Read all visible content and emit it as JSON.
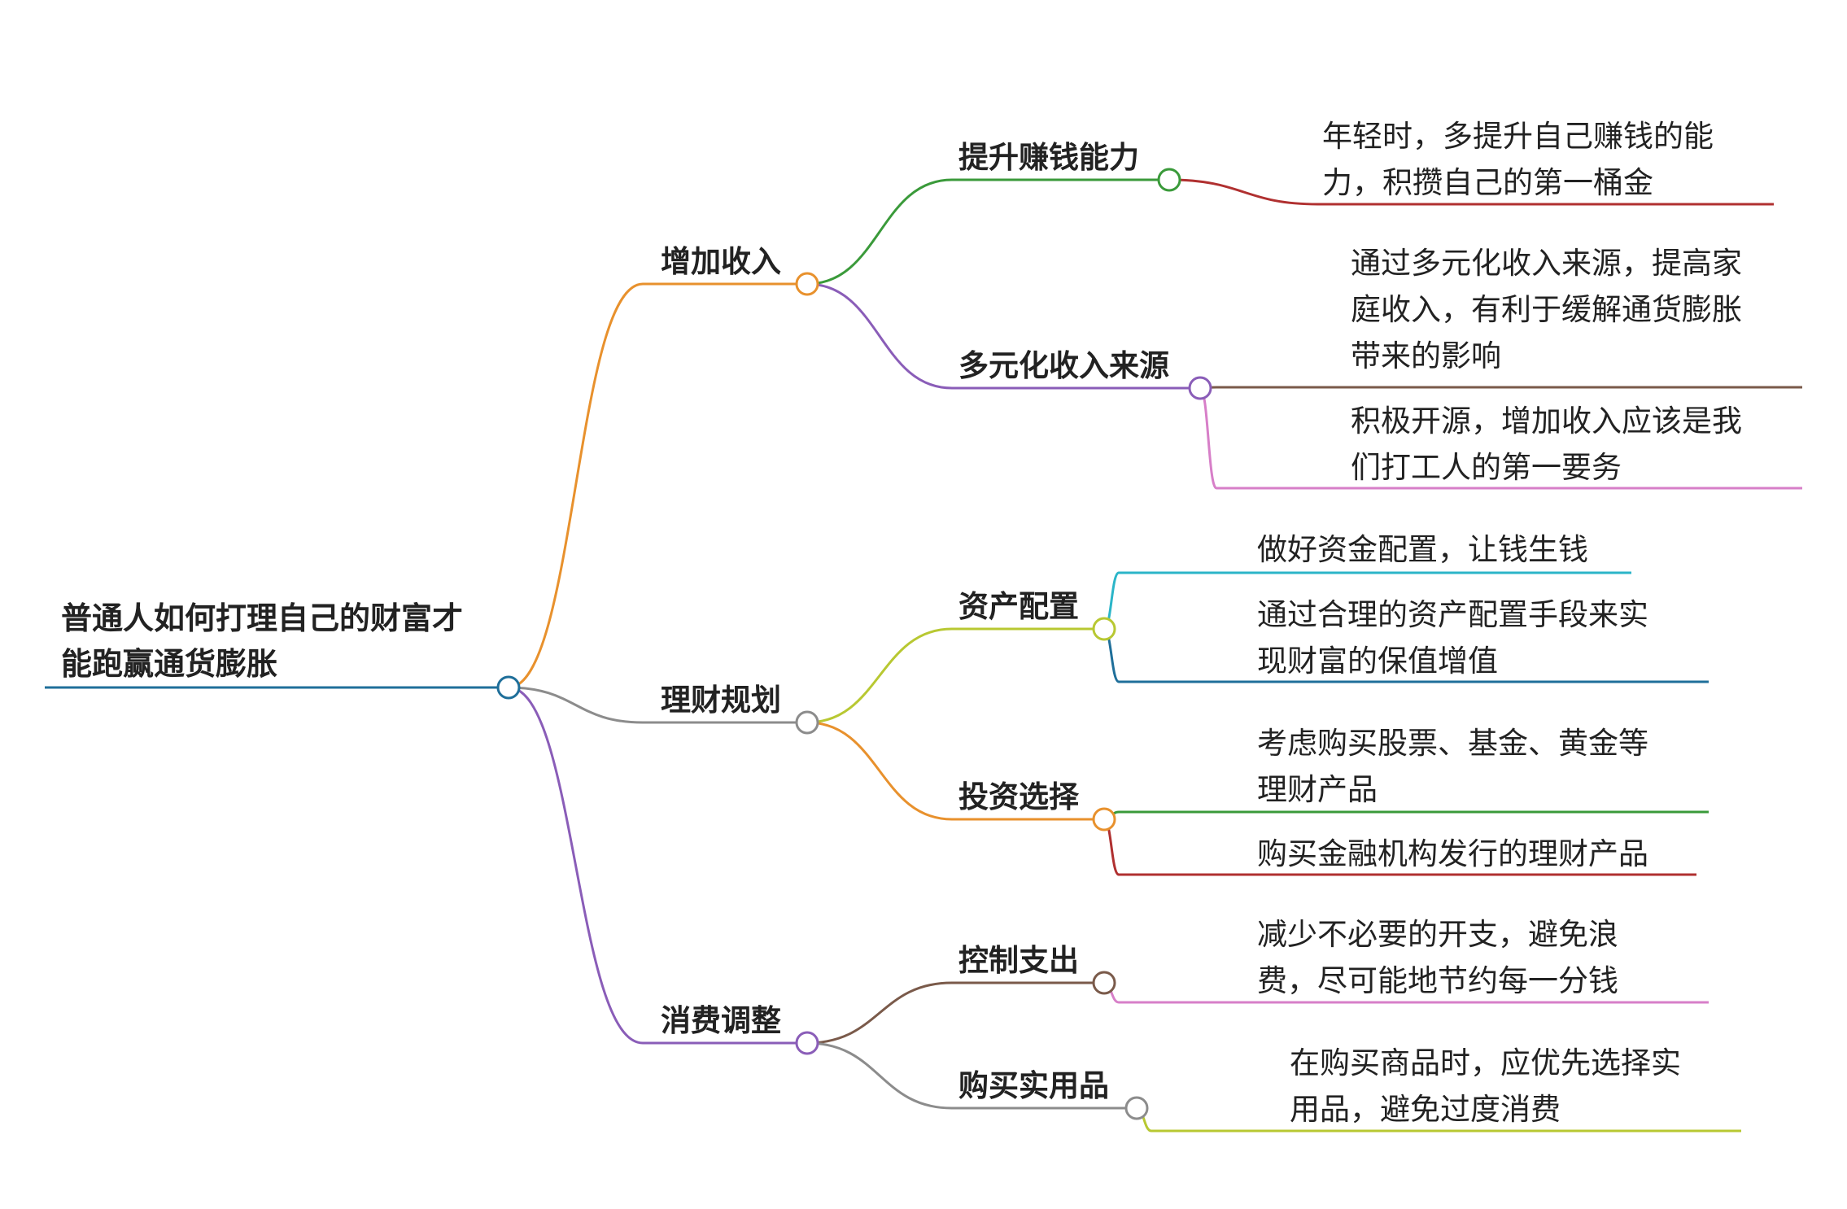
{
  "root": {
    "lines": [
      "普通人如何打理自己的财富才",
      "能跑赢通货膨胀"
    ],
    "color": "#1f6f9a"
  },
  "branches": [
    {
      "label": "增加收入",
      "color": "#e8912d",
      "children": [
        {
          "label": "提升赚钱能力",
          "color": "#3a9a3a",
          "leaves": [
            {
              "lines": [
                "年轻时，多提升自己赚钱的能",
                "力，积攒自己的第一桶金"
              ],
              "color": "#b03030"
            }
          ]
        },
        {
          "label": "多元化收入来源",
          "color": "#8a5db8",
          "leaves": [
            {
              "lines": [
                "通过多元化收入来源，提高家",
                "庭收入，有利于缓解通货膨胀",
                "带来的影响"
              ],
              "color": "#7a5a4a"
            },
            {
              "lines": [
                "积极开源，增加收入应该是我",
                "们打工人的第一要务"
              ],
              "color": "#d77fc8"
            }
          ]
        }
      ]
    },
    {
      "label": "理财规划",
      "color": "#8c8c8c",
      "children": [
        {
          "label": "资产配置",
          "color": "#b8c832",
          "leaves": [
            {
              "lines": [
                "做好资金配置，让钱生钱"
              ],
              "color": "#2bb5c8"
            },
            {
              "lines": [
                "通过合理的资产配置手段来实",
                "现财富的保值增值"
              ],
              "color": "#1f6f9a"
            }
          ]
        },
        {
          "label": "投资选择",
          "color": "#e8912d",
          "leaves": [
            {
              "lines": [
                "考虑购买股票、基金、黄金等",
                "理财产品"
              ],
              "color": "#3a9a3a"
            },
            {
              "lines": [
                "购买金融机构发行的理财产品"
              ],
              "color": "#b03030"
            }
          ]
        }
      ]
    },
    {
      "label": "消费调整",
      "color": "#8a5db8",
      "children": [
        {
          "label": "控制支出",
          "color": "#7a5a4a",
          "leaves": [
            {
              "lines": [
                "减少不必要的开支，避免浪",
                "费，尽可能地节约每一分钱"
              ],
              "color": "#d77fc8"
            }
          ]
        },
        {
          "label": "购买实用品",
          "color": "#8c8c8c",
          "leaves": [
            {
              "lines": [
                "在购买商品时，应优先选择实",
                "用品，避免过度消费"
              ],
              "color": "#b8c832"
            }
          ]
        }
      ]
    }
  ]
}
